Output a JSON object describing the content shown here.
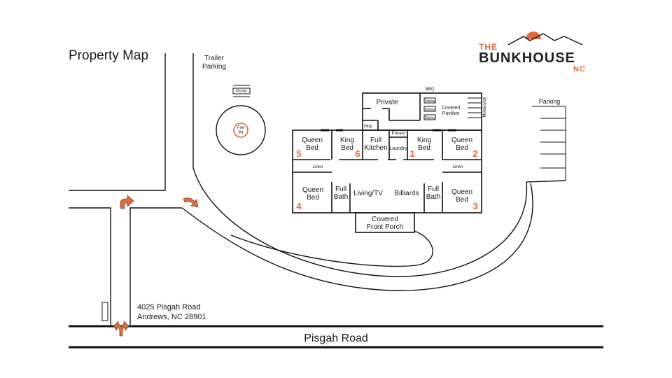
{
  "title": "Property Map",
  "logo": {
    "the": "THE",
    "name": "BUNKHOUSE",
    "region": "NC"
  },
  "colors": {
    "accent": "#e06a3a",
    "line": "#111111",
    "background": "#ffffff"
  },
  "labels": {
    "trailer_parking_1": "Trailer",
    "trailer_parking_2": "Parking",
    "picnic": "Picnic",
    "fire_pit_1": "Fire",
    "fire_pit_2": "Pit",
    "parking": "Parking",
    "address_line1": "4025 Pisgah Road",
    "address_line2": "Andrews, NC 28901",
    "road": "Pisgah Road",
    "bbq": "BBQ",
    "motorcycle": "Motorcycle",
    "covered_pavilion_1": "Covered",
    "covered_pavilion_2": "Pavilion",
    "dining": "Dining",
    "private_top": "Private",
    "mop": "Mop",
    "private_small": "Private",
    "laundry": "Laundry",
    "linen": "Linen",
    "porch_1": "Covered",
    "porch_2": "Front Porch"
  },
  "rooms": {
    "r5": {
      "l1": "Queen",
      "l2": "Bed",
      "num": "5"
    },
    "r6": {
      "l1": "King",
      "l2": "Bed",
      "num": "6"
    },
    "kitchen": {
      "l1": "Full",
      "l2": "Kitchen"
    },
    "r1": {
      "l1": "King",
      "l2": "Bed",
      "num": "1"
    },
    "r2": {
      "l1": "Queen",
      "l2": "Bed",
      "num": "2"
    },
    "r4": {
      "l1": "Queen",
      "l2": "Bed",
      "num": "4"
    },
    "bath_left": {
      "l1": "Full",
      "l2": "Bath"
    },
    "living": "Living/TV",
    "billiards": "Billiards",
    "bath_right": {
      "l1": "Full",
      "l2": "Bath"
    },
    "r3": {
      "l1": "Queen",
      "l2": "Bed",
      "num": "3"
    }
  },
  "icons": [
    "turn-right-arrow-icon",
    "curve-arrow-icon",
    "fork-arrow-icon",
    "mountain-sun-icon"
  ]
}
